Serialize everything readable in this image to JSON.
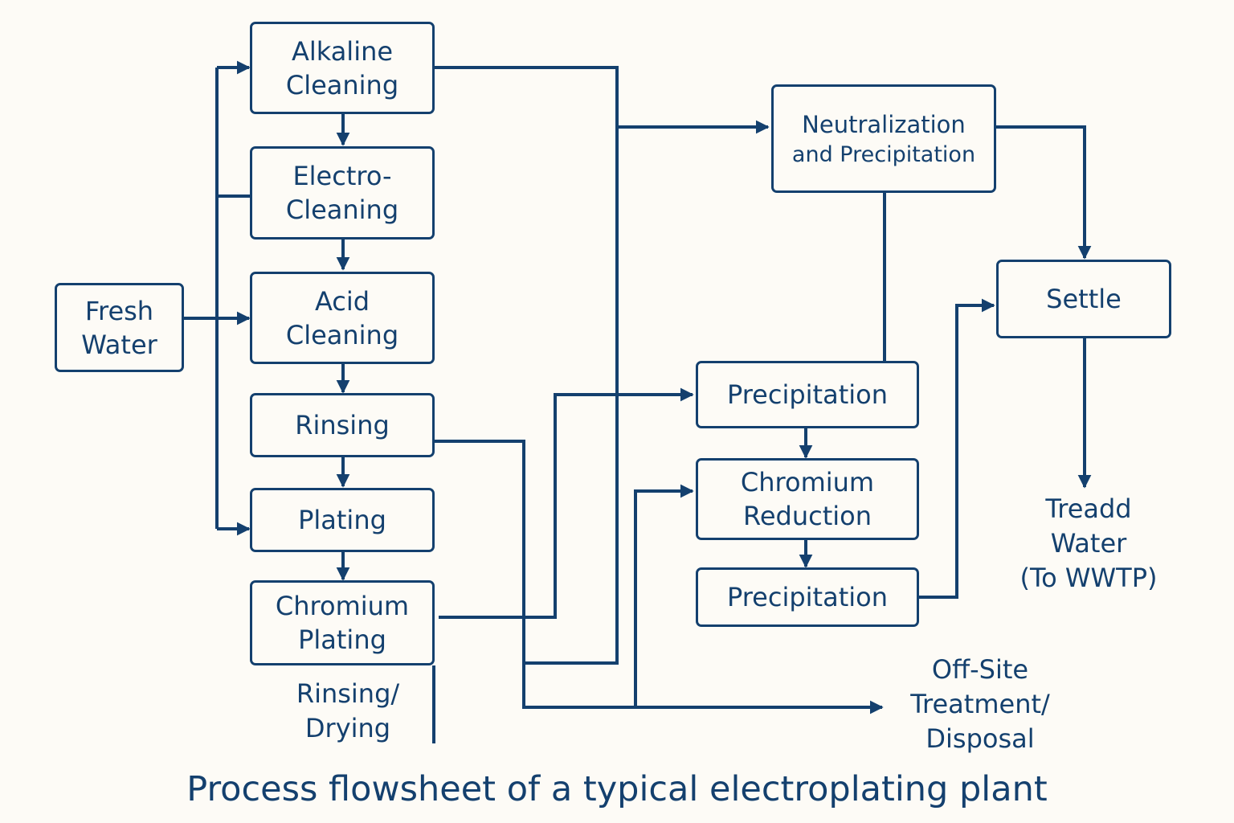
{
  "caption": "Process flowsheet of a typical electroplating plant",
  "colors": {
    "line": "#14406e",
    "background": "#fdfbf6"
  },
  "nodes": {
    "fresh_water": [
      "Fresh",
      "Water"
    ],
    "alkaline_cleaning": [
      "Alkaline",
      "Cleaning"
    ],
    "electro_cleaning": [
      "Electro-",
      "Cleaning"
    ],
    "acid_cleaning": [
      "Acid",
      "Cleaning"
    ],
    "rinsing": [
      "Rinsing"
    ],
    "plating": [
      "Plating"
    ],
    "chromium_plating": [
      "Chromium",
      "Plating"
    ],
    "neutralization": [
      "Neutralization",
      "and Precipitation"
    ],
    "settle": [
      "Settle"
    ],
    "precipitation_1": [
      "Precipitation"
    ],
    "chromium_reduction": [
      "Chromium",
      "Reduction"
    ],
    "precipitation_2": [
      "Precipitation"
    ]
  },
  "labels": {
    "rinsing_drying": [
      "Rinsing/",
      "Drying"
    ],
    "treated_water": [
      "Treadd",
      "Water",
      "(To WWTP)"
    ],
    "offsite": [
      "Off-Site",
      "Treatment/",
      "Disposal"
    ]
  }
}
